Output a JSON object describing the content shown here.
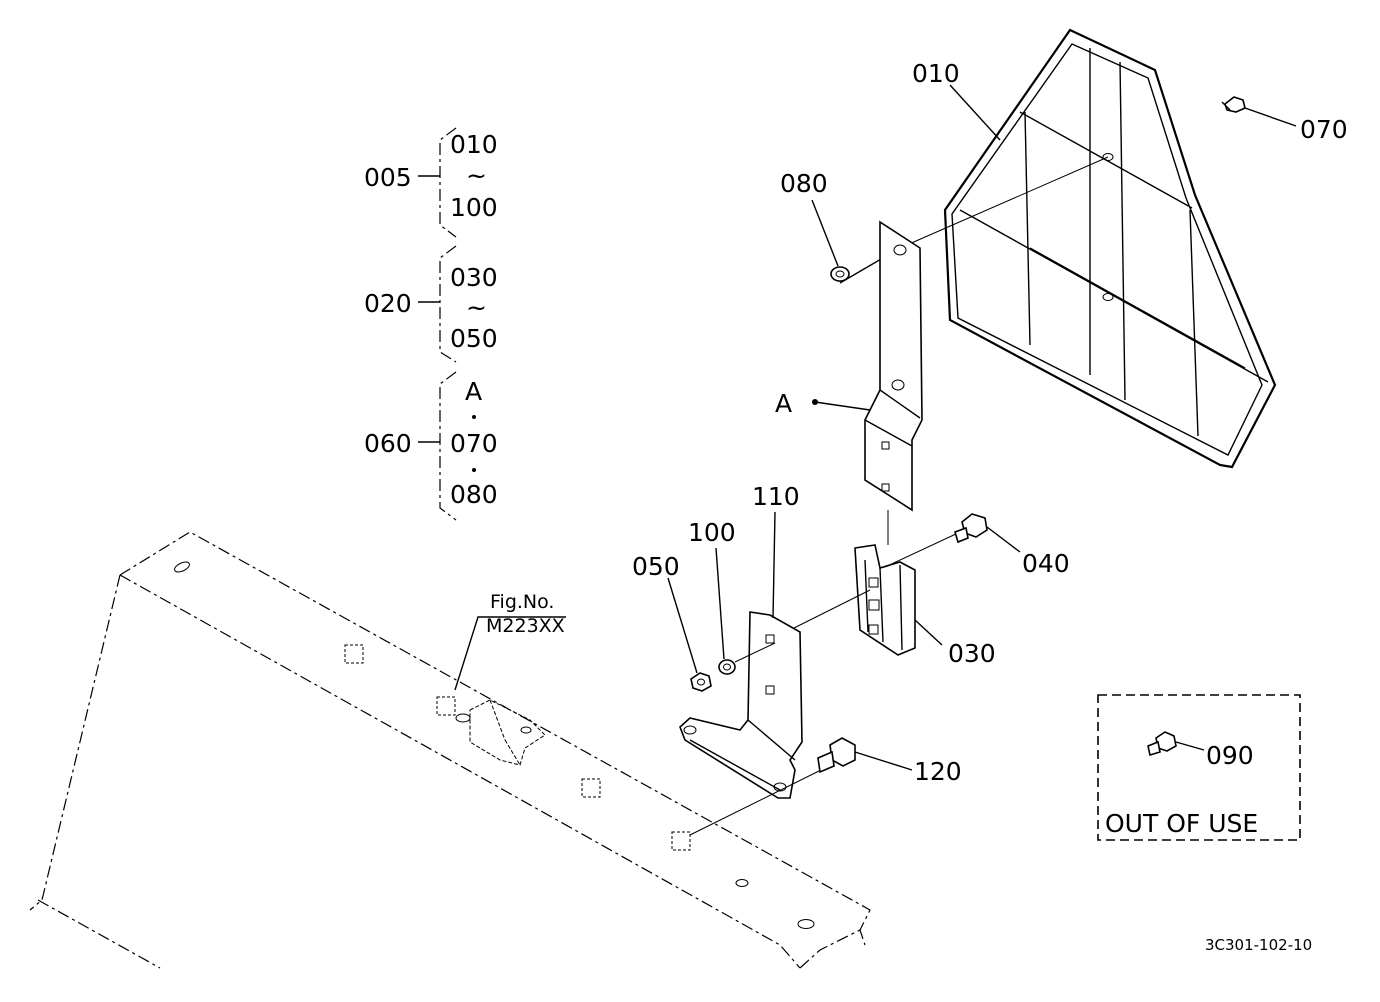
{
  "groups": [
    {
      "code": "005",
      "from": "010",
      "tilde": "~",
      "to": "100"
    },
    {
      "code": "020",
      "from": "030",
      "tilde": "~",
      "to": "050"
    },
    {
      "code": "060",
      "items": [
        "A",
        "070",
        "080"
      ]
    }
  ],
  "callouts": {
    "p010": "010",
    "p070": "070",
    "p080": "080",
    "pA": "A",
    "p110": "110",
    "p100": "100",
    "p050": "050",
    "p040": "040",
    "p030": "030",
    "p120": "120",
    "p090": "090"
  },
  "fig_ref": {
    "line1": "Fig.No.",
    "line2": "M223XX"
  },
  "out_of_use": "OUT OF USE",
  "drawing_number": "3C301-102-10"
}
